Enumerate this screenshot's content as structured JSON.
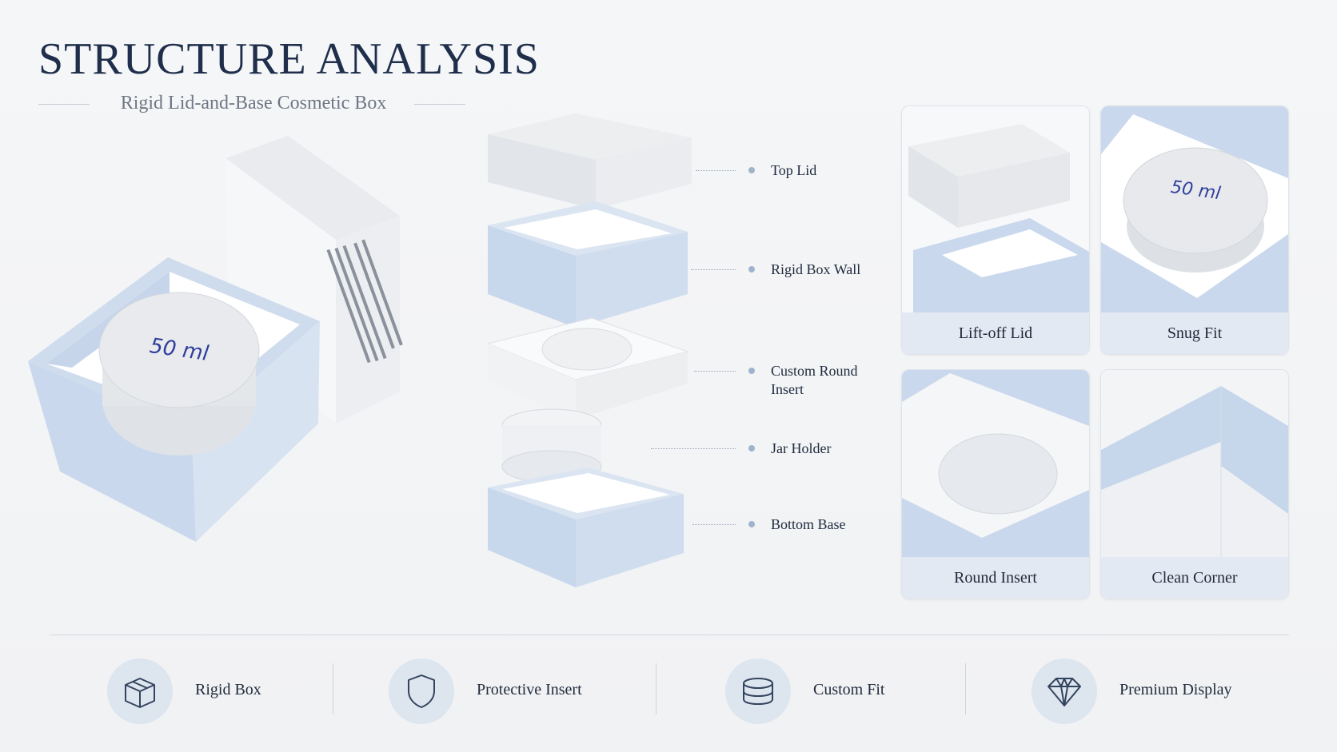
{
  "header": {
    "title": "STRUCTURE ANALYSIS",
    "subtitle": "Rigid Lid-and-Base Cosmetic Box"
  },
  "hero": {
    "jar_label": "50 ml"
  },
  "callouts": [
    {
      "label": "Top Lid"
    },
    {
      "label": "Rigid Box Wall"
    },
    {
      "label": "Custom Round Insert"
    },
    {
      "label": "Jar Holder"
    },
    {
      "label": "Bottom Base"
    }
  ],
  "detail_cards": [
    {
      "caption": "Lift-off Lid"
    },
    {
      "caption": "Snug Fit"
    },
    {
      "caption": "Round Insert"
    },
    {
      "caption": "Clean Corner"
    }
  ],
  "features": [
    {
      "label": "Rigid Box",
      "icon": "box-icon"
    },
    {
      "label": "Protective Insert",
      "icon": "shield-icon"
    },
    {
      "label": "Custom Fit",
      "icon": "cylinder-icon"
    },
    {
      "label": "Premium Display",
      "icon": "diamond-icon"
    }
  ],
  "colors": {
    "title": "#1f2f4b",
    "box_blue": "#c9d7ea",
    "box_white": "#f3f4f6",
    "jar_text": "#2f3f9c",
    "icon_circle": "#dde5ef",
    "caption_bg": "#e3e9f2"
  }
}
